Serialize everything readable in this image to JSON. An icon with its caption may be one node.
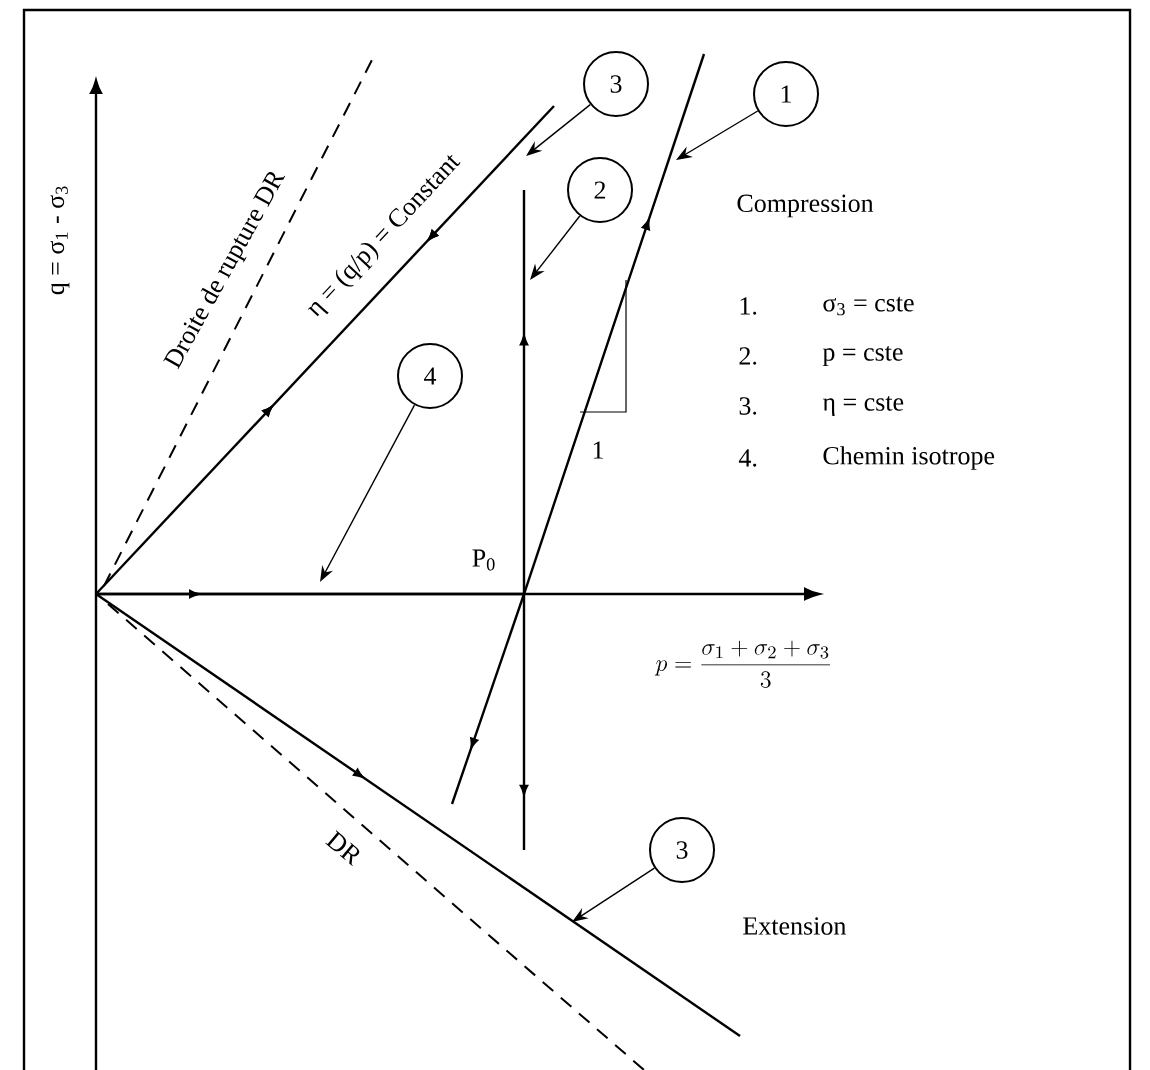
{
  "diagram": {
    "nodes": [
      {
        "text": [
          "3"
        ]
      },
      {
        "text": [
          "1"
        ]
      },
      {
        "text": [
          "2"
        ]
      },
      {
        "text": [
          "4"
        ]
      },
      {
        "text": [
          "3"
        ]
      }
    ],
    "edges": [
      {
        "from": 0,
        "to": null,
        "arrow": "to"
      },
      {
        "from": 1,
        "to": null,
        "arrow": "to"
      },
      {
        "from": 2,
        "to": null,
        "arrow": "to"
      },
      {
        "from": 3,
        "to": null,
        "arrow": "to"
      },
      {
        "from": 4,
        "to": null,
        "arrow": "to"
      }
    ],
    "labels": [
      "q = σ$_{1}$ - σ$_{3}$",
      "Droite de rupture DR",
      "η = (q/p) = Constant",
      "Compression",
      "1.",
      "σ$_{3}$ = cste",
      "2.",
      "p = cste",
      "3.",
      "η = cste",
      "1",
      "4.",
      "Chemin isotrope",
      "P$_{0}$",
      "p = \\frac{\\sigma_1 + \\sigma_2 + \\sigma_3}{3}",
      "DR",
      "Extension"
    ]
  }
}
